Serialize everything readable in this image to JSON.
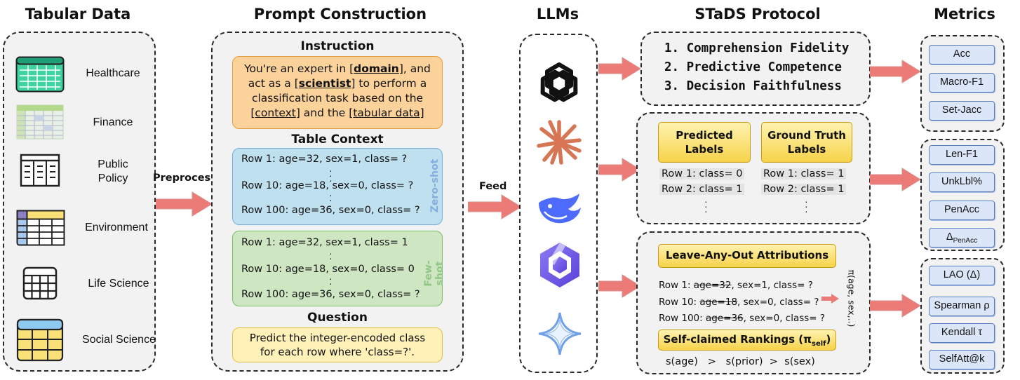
{
  "titles": {
    "tabular": "Tabular Data",
    "prompt": "Prompt Construction",
    "llms": "LLMs",
    "protocol": "STaDS Protocol",
    "metrics": "Metrics"
  },
  "domains": [
    "Healthcare",
    "Finance",
    "Public\nPolicy",
    "Environment",
    "Life Science",
    "Social Science"
  ],
  "arrows": {
    "preprocess": "Preprocess",
    "feed": "Feed"
  },
  "prompt": {
    "instruction_title": "Instruction",
    "instruction_text": {
      "l1a": "You're an expert in [",
      "l1b": "domain",
      "l1c": "], and",
      "l2a": "act as a [",
      "l2b": "scientist",
      "l2c": "] to perform a",
      "l3": "classification task based on the",
      "l4a": "[",
      "l4b": "context",
      "l4c": "] and the [",
      "l4d": "tabular data",
      "l4e": "]"
    },
    "table_context_title": "Table Context",
    "zero_shot_label": "Zero-shot",
    "few_shot_label": "Few-shot",
    "zero_rows": [
      "Row 1: age=32, sex=1, class= ?",
      "Row 10: age=18, sex=0, class= ?",
      "Row 100: age=36, sex=0, class= ?"
    ],
    "few_rows": [
      "Row 1: age=32, sex=1, class= 1",
      "Row 10: age=18, sex=0, class= 0",
      "Row 100: age=36, sex=0, class= ?"
    ],
    "question_title": "Question",
    "question_text": [
      "Predict the integer-encoded class",
      "for each row where 'class=?'."
    ]
  },
  "protocol": {
    "steps": [
      "1. Comprehension Fidelity",
      "2. Predictive Competence",
      "3. Decision Faithfulness"
    ],
    "predicted_labels": "Predicted\nLabels",
    "ground_truth_labels": "Ground Truth\nLabels",
    "predicted_rows": [
      "Row 1: class= 0",
      "Row 2: class= 1"
    ],
    "truth_rows": [
      "Row 1: class= 1",
      "Row 2: class= 1"
    ],
    "lao_title": "Leave-Any-Out Attributions",
    "lao_rows": [
      {
        "prefix": "Row 1: ",
        "struck": "age=32",
        "rest": ", sex=1, class= ?"
      },
      {
        "prefix": "Row 10: ",
        "struck": "age=18",
        "rest": ", sex=0, class= ?"
      },
      {
        "prefix": "Row 100: ",
        "struck": "age=36",
        "rest": ", sex=0, class= ?"
      }
    ],
    "pi_label": "π(age, sex,..)",
    "self_claimed": "Self-claimed Rankings (π",
    "self_sub": "self",
    "self_close": ")",
    "ranking": "s(age)   >   s(prior)  >  s(sex)"
  },
  "metrics": {
    "group1": [
      "Acc",
      "Macro-F1",
      "Set-Jacc"
    ],
    "group2": [
      "Len-F1",
      "UnkLbl%",
      "PenAcc"
    ],
    "delta_main": "Δ",
    "delta_sub": "PenAcc",
    "group3": [
      "LAO (Δ)",
      "Spearman ρ",
      "Kendall τ",
      "SelfAtt@k"
    ]
  },
  "colors": {
    "arrow": "#ec7b78",
    "instruction_bg": "#fcd29b",
    "zero_bg": "#bfe0ee",
    "few_bg": "#cfe6c3",
    "question_bg": "#fff1b8",
    "metric_bg": "#dbe6f8"
  },
  "icons": [
    "healthcare-table-icon",
    "finance-table-icon",
    "policy-table-icon",
    "environment-table-icon",
    "life-science-table-icon",
    "social-science-table-icon",
    "openai-logo-icon",
    "claude-logo-icon",
    "deepseek-logo-icon",
    "qwen-logo-icon",
    "gemini-logo-icon"
  ]
}
